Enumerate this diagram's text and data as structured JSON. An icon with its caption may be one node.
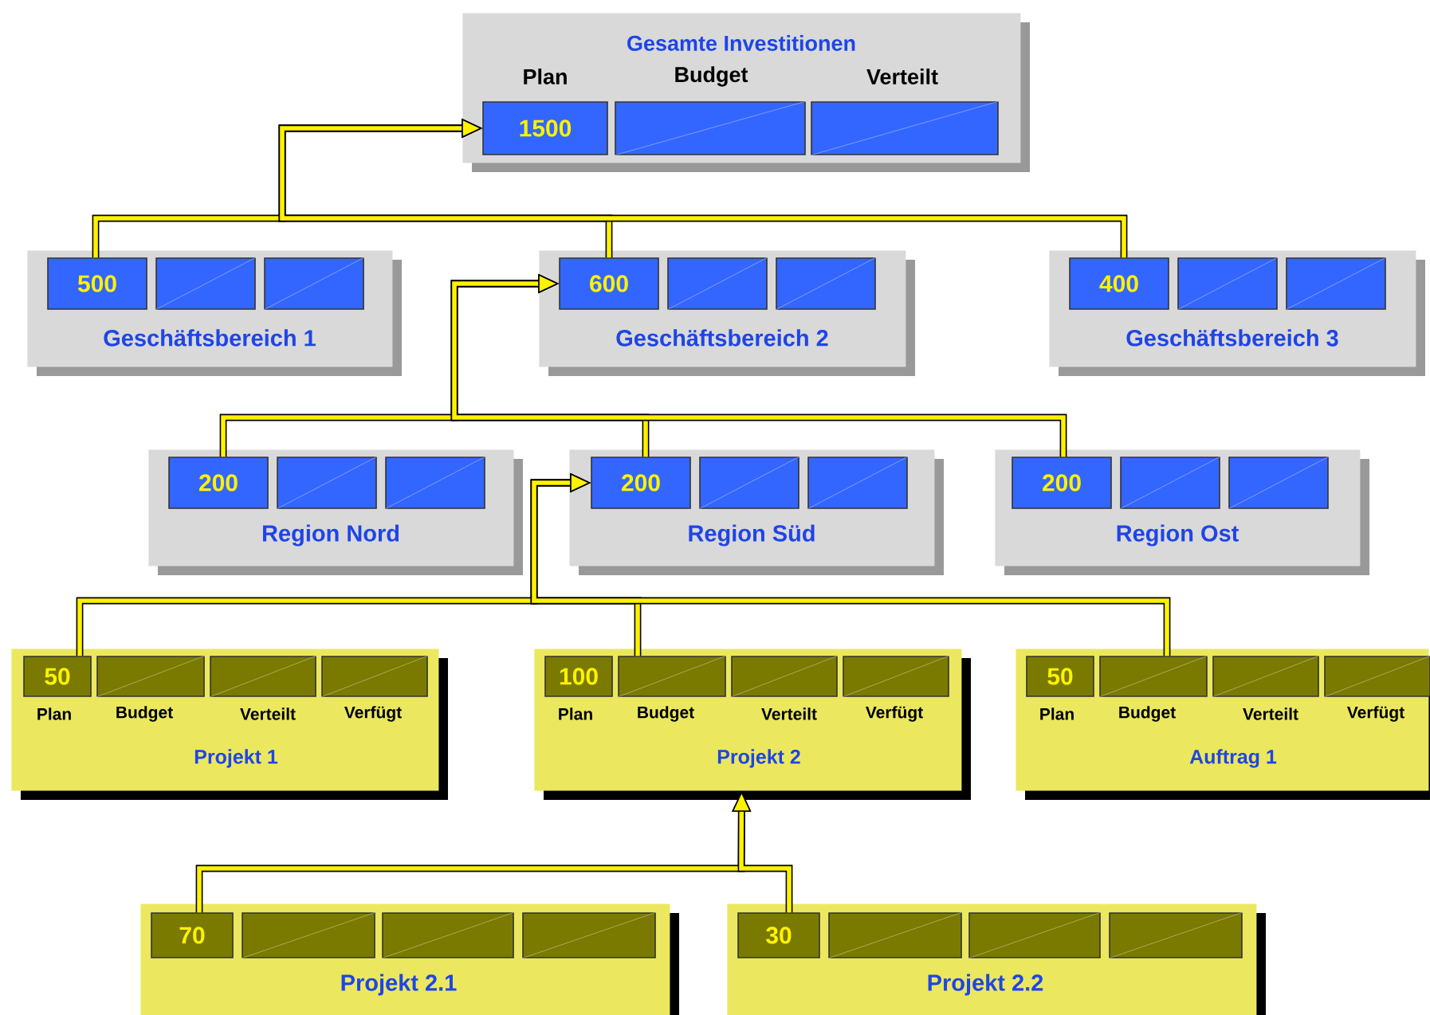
{
  "diagram": {
    "nodes": [
      {
        "text": [
          "Gesamte Investitionen",
          "Plan",
          "Budget",
          "Verteilt"
        ]
      },
      {
        "text": [
          "1500"
        ],
        "in": 0
      },
      {
        "text": [],
        "shape": "box",
        "in": 0
      },
      {
        "text": [],
        "shape": "box",
        "in": 0
      },
      {
        "text": [
          "Geschäftsbereich 1"
        ]
      },
      {
        "text": [
          "500"
        ],
        "in": 4
      },
      {
        "text": [],
        "shape": "box",
        "in": 4
      },
      {
        "text": [],
        "shape": "box",
        "in": 4
      },
      {
        "text": [
          "Geschäftsbereich 2"
        ]
      },
      {
        "text": [
          "600"
        ],
        "in": 8
      },
      {
        "text": [],
        "shape": "box",
        "in": 8
      },
      {
        "text": [],
        "shape": "box",
        "in": 8
      },
      {
        "text": [
          "Geschäftsbereich 3"
        ]
      },
      {
        "text": [
          "400"
        ],
        "in": 12
      },
      {
        "text": [],
        "shape": "box",
        "in": 12
      },
      {
        "text": [],
        "shape": "box",
        "in": 12
      },
      {
        "text": [
          "Region Nord"
        ]
      },
      {
        "text": [
          "200"
        ],
        "in": 16
      },
      {
        "text": [],
        "shape": "box",
        "in": 16
      },
      {
        "text": [],
        "shape": "box",
        "in": 16
      },
      {
        "text": [
          "Region Süd"
        ]
      },
      {
        "text": [
          "200"
        ],
        "in": 20
      },
      {
        "text": [],
        "shape": "box",
        "in": 20
      },
      {
        "text": [],
        "shape": "box",
        "in": 20
      },
      {
        "text": [
          "Region Ost"
        ]
      },
      {
        "text": [
          "200"
        ],
        "in": 24
      },
      {
        "text": [],
        "shape": "box",
        "in": 24
      },
      {
        "text": [],
        "shape": "box",
        "in": 24
      },
      {
        "text": [
          "Plan",
          "Budget",
          "Verteilt",
          "Verfügt",
          "Projekt 1"
        ]
      },
      {
        "text": [
          "50"
        ],
        "in": 28
      },
      {
        "text": [],
        "shape": "box",
        "in": 28
      },
      {
        "text": [],
        "shape": "box",
        "in": 28
      },
      {
        "text": [],
        "shape": "box",
        "in": 28
      },
      {
        "text": [
          "Plan",
          "Budget",
          "Verteilt",
          "Verfügt",
          "Projekt 2"
        ]
      },
      {
        "text": [
          "100"
        ],
        "in": 33
      },
      {
        "text": [],
        "shape": "box",
        "in": 33
      },
      {
        "text": [],
        "shape": "box",
        "in": 33
      },
      {
        "text": [],
        "shape": "box",
        "in": 33
      },
      {
        "text": [
          "Plan",
          "Budget",
          "Verteilt",
          "Verfügt",
          "Auftrag 1"
        ]
      },
      {
        "text": [
          "50"
        ],
        "in": 38
      },
      {
        "text": [],
        "shape": "box",
        "in": 38
      },
      {
        "text": [],
        "shape": "box",
        "in": 38
      },
      {
        "text": [],
        "shape": "box",
        "in": 38
      },
      {
        "text": [
          "Projekt 2.1"
        ]
      },
      {
        "text": [
          "70"
        ],
        "in": 43
      },
      {
        "text": [],
        "shape": "box",
        "in": 43
      },
      {
        "text": [],
        "shape": "box",
        "in": 43
      },
      {
        "text": [],
        "shape": "box",
        "in": 43
      },
      {
        "text": [
          "Projekt 2.2"
        ]
      },
      {
        "text": [
          "30"
        ],
        "in": 48
      },
      {
        "text": [],
        "shape": "box",
        "in": 48
      },
      {
        "text": [],
        "shape": "box",
        "in": 48
      },
      {
        "text": [],
        "shape": "box",
        "in": 48
      }
    ],
    "edges": [
      {
        "from": 5,
        "to": 1,
        "arrow": "to"
      },
      {
        "from": 9,
        "to": 1,
        "arrow": "to"
      },
      {
        "from": 13,
        "to": 1,
        "arrow": "to"
      },
      {
        "from": 17,
        "to": 9,
        "arrow": "to"
      },
      {
        "from": 21,
        "to": 9,
        "arrow": "to"
      },
      {
        "from": 25,
        "to": 9,
        "arrow": "to"
      },
      {
        "from": 29,
        "to": 21,
        "arrow": "to"
      },
      {
        "from": 35,
        "to": 21,
        "arrow": "to"
      },
      {
        "from": 40,
        "to": 21,
        "arrow": "to"
      },
      {
        "from": 44,
        "to": 33,
        "arrow": "to"
      },
      {
        "from": 49,
        "to": 33,
        "arrow": "to"
      }
    ]
  }
}
